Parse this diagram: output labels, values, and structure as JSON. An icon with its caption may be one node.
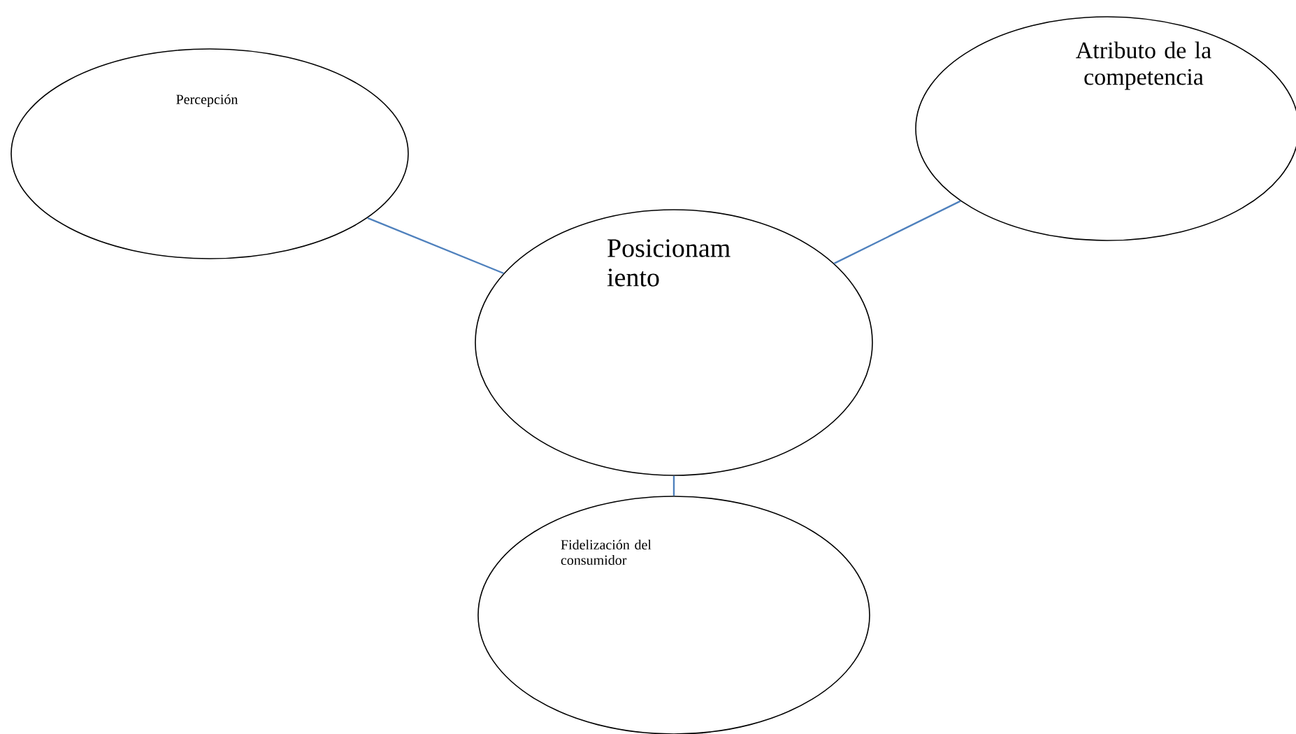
{
  "diagram": {
    "nodes": [
      {
        "text": [
          "Percepción"
        ]
      },
      {
        "text": [
          "Atributo de la competencia"
        ]
      },
      {
        "text": [
          "Posicionam iento"
        ]
      },
      {
        "text": [
          "Fidelización del consumidor"
        ]
      }
    ],
    "edges": [
      {
        "from": 0,
        "to": 2,
        "arrow": "none"
      },
      {
        "from": 1,
        "to": 2,
        "arrow": "none"
      },
      {
        "from": 2,
        "to": 3,
        "arrow": "none"
      }
    ]
  }
}
